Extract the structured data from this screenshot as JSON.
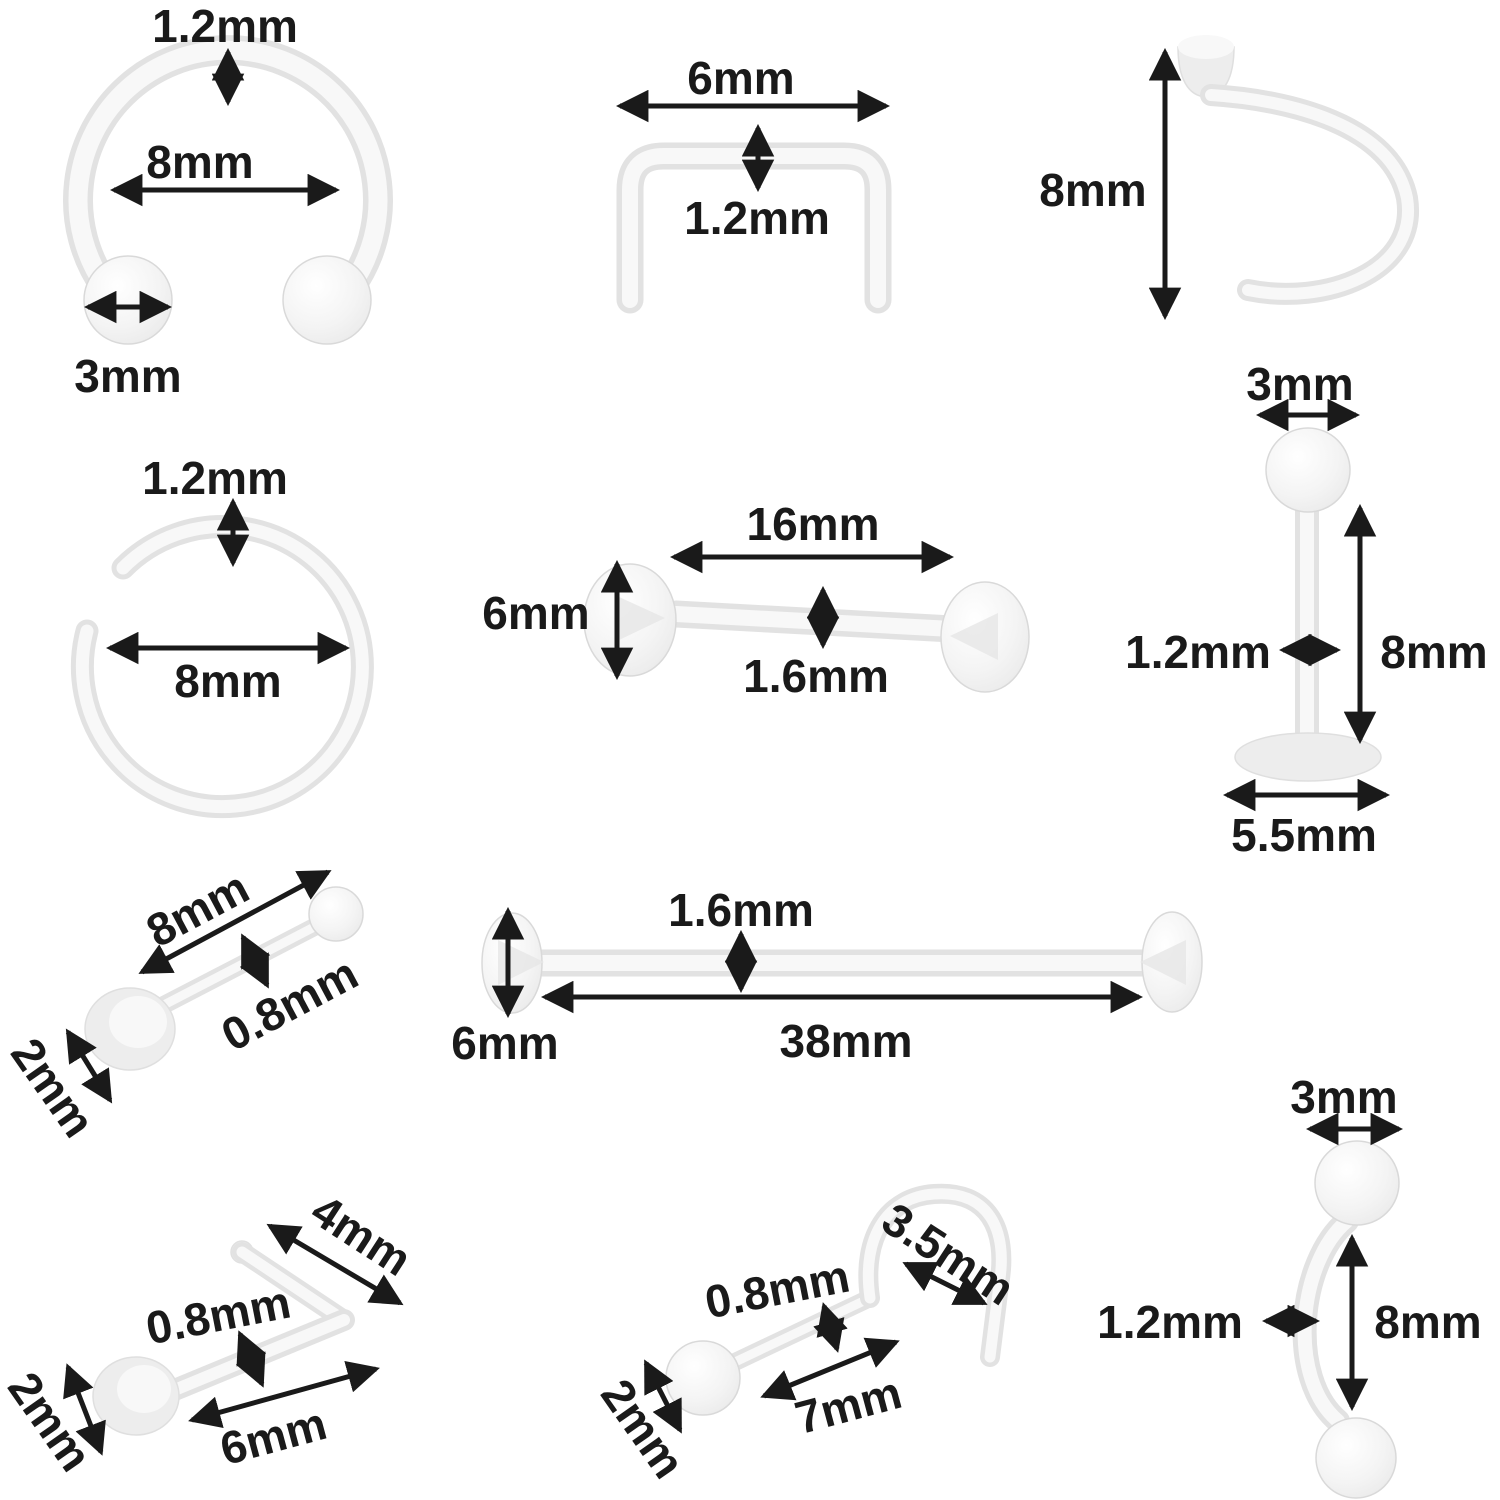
{
  "page": {
    "background": "#ffffff",
    "label_color": "#1a1a1a"
  },
  "items": [
    {
      "labels": {
        "gauge": "1.2mm",
        "inner_diameter": "8mm",
        "ball_diameter": "3mm"
      }
    },
    {
      "labels": {
        "width": "6mm",
        "gauge": "1.2mm"
      }
    },
    {
      "labels": {
        "height": "8mm"
      }
    },
    {
      "labels": {
        "gauge": "1.2mm",
        "inner_diameter": "8mm"
      }
    },
    {
      "labels": {
        "bar_length": "16mm",
        "ball_diameter": "6mm",
        "gauge": "1.6mm"
      }
    },
    {
      "labels": {
        "ball_diameter": "3mm",
        "gauge": "1.2mm",
        "bar_length": "8mm",
        "disc_diameter": "5.5mm"
      }
    },
    {
      "labels": {
        "length": "8mm",
        "gauge": "0.8mm",
        "disc_diameter": "2mm"
      }
    },
    {
      "labels": {
        "gauge": "1.6mm",
        "bar_length": "38mm",
        "ball_diameter": "6mm"
      }
    },
    {
      "labels": {
        "arm_length": "4mm",
        "gauge": "0.8mm",
        "disc_diameter": "2mm",
        "length": "6mm"
      }
    },
    {
      "labels": {
        "curve_width": "3.5mm",
        "gauge": "0.8mm",
        "ball_diameter": "2mm",
        "length": "7mm"
      }
    },
    {
      "labels": {
        "ball_diameter": "3mm",
        "gauge": "1.2mm",
        "length": "8mm"
      }
    }
  ]
}
